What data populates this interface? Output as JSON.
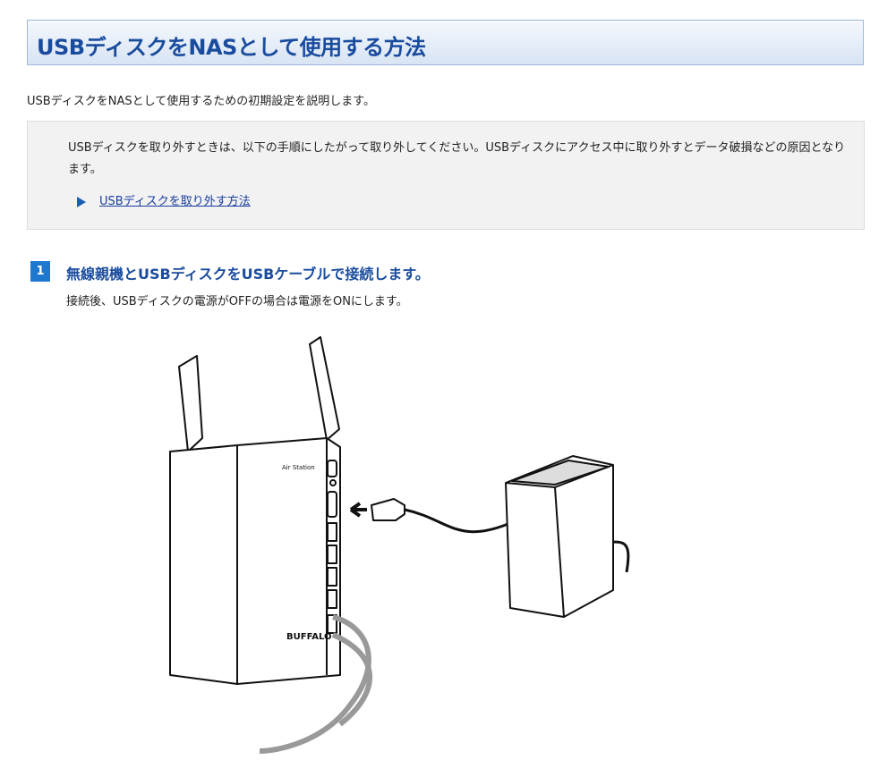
{
  "page": {
    "title": "USBディスクをNASとして使用する方法",
    "intro": "USBディスクをNASとして使用するための初期設定を説明します。"
  },
  "note": {
    "text": "USBディスクを取り外すときは、以下の手順にしたがって取り外してください。USBディスクにアクセス中に取り外すとデータ破損などの原因となります。",
    "link_label": "USBディスクを取り外す方法"
  },
  "step1": {
    "number": "1",
    "title": "無線親機とUSBディスクをUSBケーブルで接続します。",
    "description": "接続後、USBディスクの電源がOFFの場合は電源をONにします。"
  },
  "illustration": {
    "brand_label": "Air Station",
    "brand_logo": "BUFFALO"
  },
  "colors": {
    "title_text": "#1a4c9e",
    "link": "#1a3d9e",
    "step_badge": "#1e78d0",
    "note_bg": "#f2f2f2"
  }
}
